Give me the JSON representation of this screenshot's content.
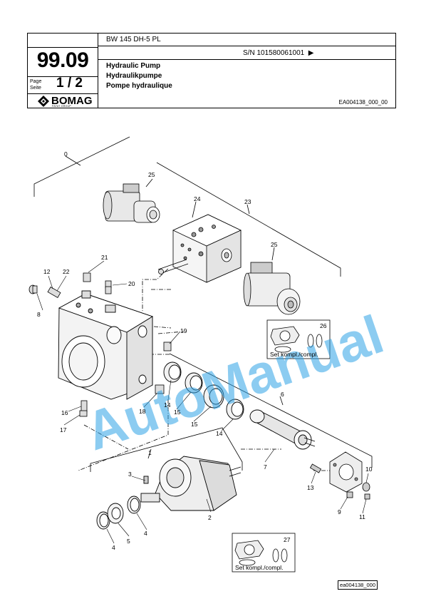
{
  "header": {
    "number": "99.09",
    "page_label_de": "Page",
    "page_label_fr": "Seite",
    "page_value": "1 / 2",
    "brand": "BOMAG",
    "brand_sub": "FAYAT GROUP",
    "model": "BW 145 DH-5 PL",
    "serial": "S/N 101580061001",
    "serial_arrow": "▶",
    "title_en": "Hydraulic Pump",
    "title_de": "Hydraulikpumpe",
    "title_fr": "Pompe hydraulique",
    "doc_id": "EA004138_000_00"
  },
  "watermark": "AutoManual",
  "callouts": [
    "0",
    "25",
    "24",
    "23",
    "25",
    "21",
    "12",
    "22",
    "20",
    "8",
    "19",
    "26",
    "1",
    "6",
    "16",
    "17",
    "18",
    "14",
    "15",
    "15",
    "14",
    "7",
    "3",
    "2",
    "13",
    "10",
    "9",
    "11",
    "4",
    "5",
    "4",
    "27"
  ],
  "set_labels": [
    "Set kompl./compl.",
    "Set kompl./compl."
  ],
  "footer_id": "ea004138_000"
}
